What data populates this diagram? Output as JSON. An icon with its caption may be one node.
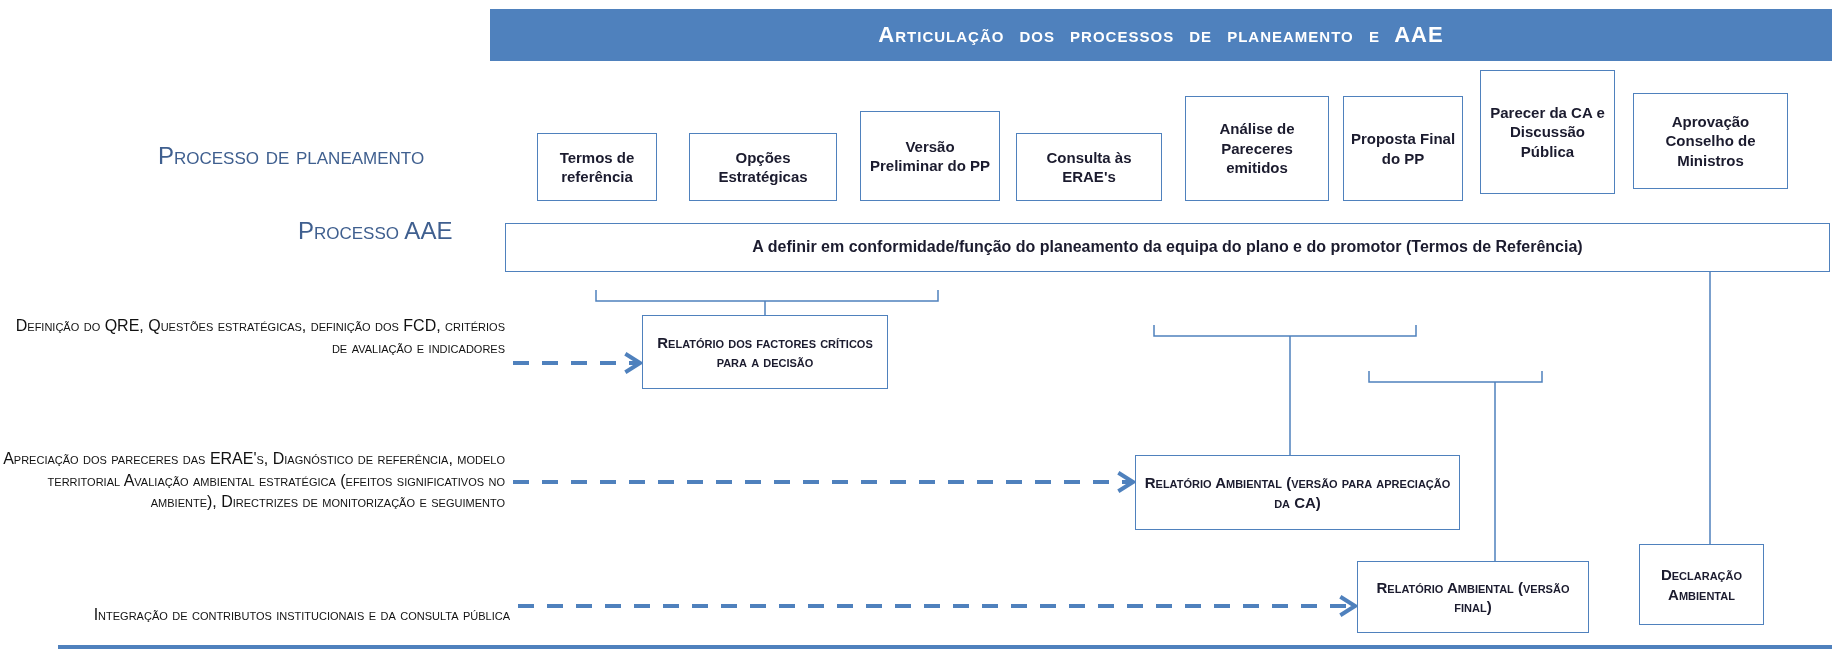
{
  "diagram": {
    "title": "Articulação dos processos de planeamento e AAE",
    "nodes": [
      {
        "text": [
          "Termos de referência"
        ]
      },
      {
        "text": [
          "Opções Estratégicas"
        ]
      },
      {
        "text": [
          "Versão Preliminar do PP"
        ]
      },
      {
        "text": [
          "Consulta às ERAE's"
        ]
      },
      {
        "text": [
          "Análise de Pareceres emitidos"
        ]
      },
      {
        "text": [
          "Proposta Final do PP"
        ]
      },
      {
        "text": [
          "Parecer da CA e Discussão Pública"
        ]
      },
      {
        "text": [
          "Aprovação Conselho de Ministros"
        ]
      },
      {
        "text": [
          "A definir em conformidade/função do planeamento da equipa do plano e do promotor (Termos de Referência)"
        ]
      },
      {
        "text": [
          "Definição do QRE, Questões estratégicas, definição dos FCD, critérios de avaliação e indicadores"
        ]
      },
      {
        "text": [
          "Relatório dos factores críticos para a decisão"
        ]
      },
      {
        "text": [
          "Apreciação dos pareceres das ERAE's, Diagnóstico de referência, modelo territorial Avaliação ambiental estratégica (efeitos significativos no ambiente), Directrizes de monitorização e seguimento"
        ]
      },
      {
        "text": [
          "Relatório Ambiental (versão para apreciação da CA)"
        ]
      },
      {
        "text": [
          "Integração de contributos institucionais e da consulta pública"
        ]
      },
      {
        "text": [
          "Relatório Ambiental (versão final)"
        ]
      },
      {
        "text": [
          "Declaração Ambiental"
        ]
      }
    ],
    "edges": [
      {
        "from": 9,
        "to": 10,
        "arrow": "to",
        "style": "dashed"
      },
      {
        "from": 11,
        "to": 12,
        "arrow": "to",
        "style": "dashed"
      },
      {
        "from": 13,
        "to": 14,
        "arrow": "to",
        "style": "dashed"
      },
      {
        "from": 8,
        "to": 15,
        "arrow": "none"
      }
    ],
    "labels": [
      "Processo de planeamento",
      "Processo AAE"
    ]
  }
}
